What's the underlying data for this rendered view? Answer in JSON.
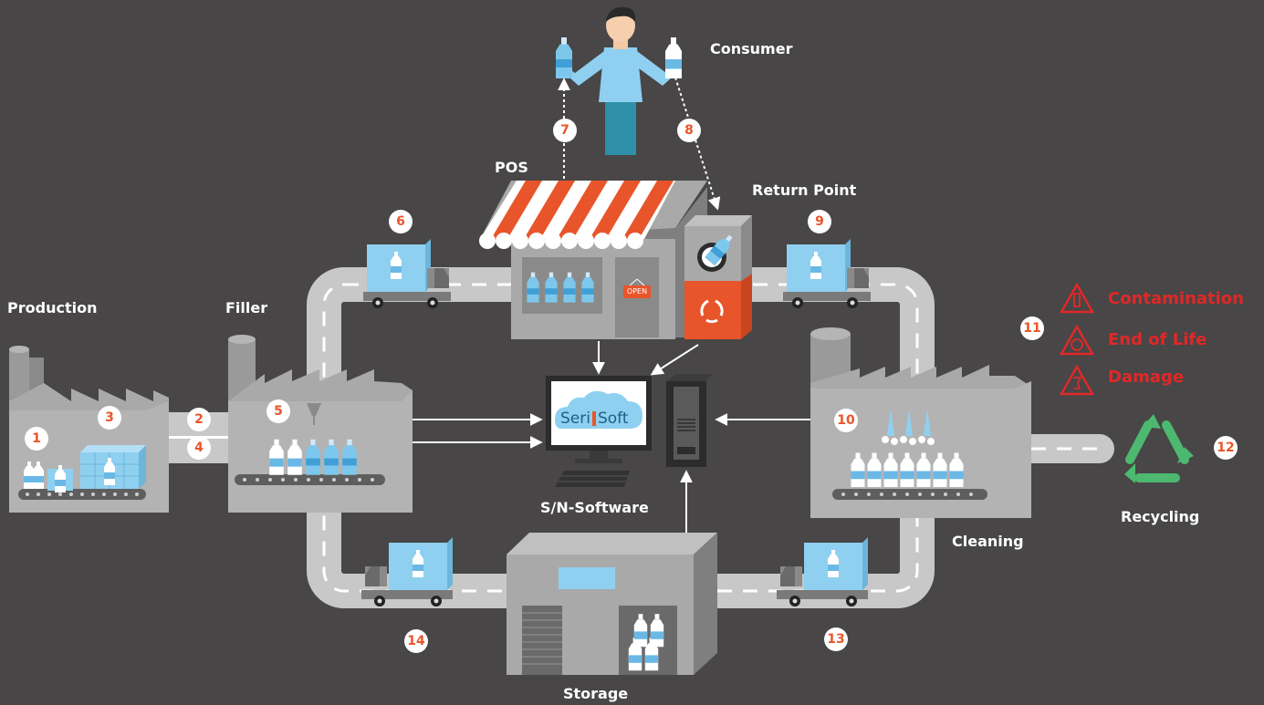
{
  "labels": {
    "consumer": "Consumer",
    "pos": "POS",
    "return_point": "Return Point",
    "production": "Production",
    "filler": "Filler",
    "software": "S/N-Software",
    "cleaning": "Cleaning",
    "recycling": "Recycling",
    "storage": "Storage",
    "open_sign": "OPEN",
    "brand_left": "Seri",
    "brand_right": "Soft"
  },
  "steps": [
    "1",
    "2",
    "3",
    "4",
    "5",
    "6",
    "7",
    "8",
    "9",
    "10",
    "11",
    "12",
    "13",
    "14"
  ],
  "defects": [
    "Contamination",
    "End of Life",
    "Damage"
  ],
  "colors": {
    "background": "#484646",
    "road": "#c8c8c8",
    "accent": "#e8552a",
    "bottle": "#9fd4ef",
    "box": "#8fd0f0",
    "recycle": "#4cb870",
    "warning": "#e02828"
  }
}
